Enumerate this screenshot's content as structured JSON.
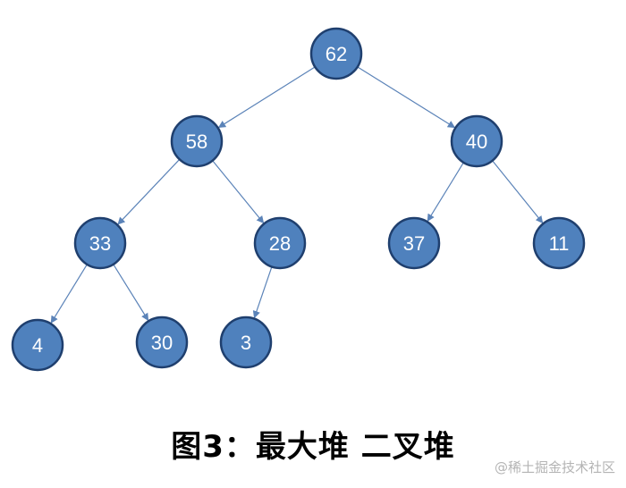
{
  "colors": {
    "node_fill": "#4f81bd",
    "node_stroke": "#1f3f6e",
    "edge": "#5b83b8",
    "label": "#ffffff"
  },
  "nodes": [
    {
      "id": "n62",
      "label": "62",
      "parent": null
    },
    {
      "id": "n58",
      "label": "58",
      "parent": "n62"
    },
    {
      "id": "n40",
      "label": "40",
      "parent": "n62"
    },
    {
      "id": "n33",
      "label": "33",
      "parent": "n58"
    },
    {
      "id": "n28",
      "label": "28",
      "parent": "n58"
    },
    {
      "id": "n37",
      "label": "37",
      "parent": "n40"
    },
    {
      "id": "n11",
      "label": "11",
      "parent": "n40"
    },
    {
      "id": "n4",
      "label": "4",
      "parent": "n33"
    },
    {
      "id": "n30",
      "label": "30",
      "parent": "n33"
    },
    {
      "id": "n3",
      "label": "3",
      "parent": "n28"
    }
  ],
  "caption": "图3：最大堆 二叉堆",
  "watermark": "@稀土掘金技术社区"
}
